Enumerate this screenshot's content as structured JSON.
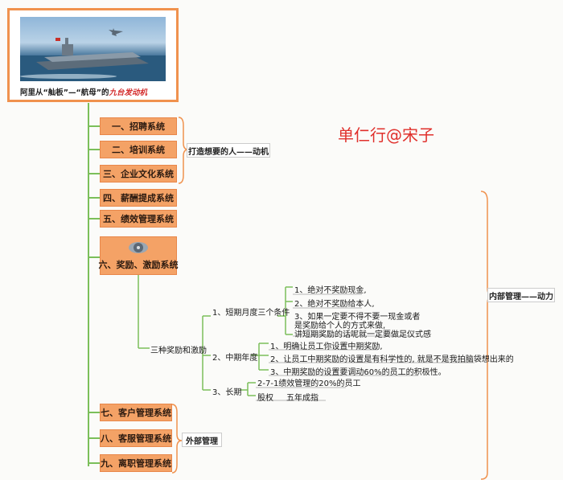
{
  "root": {
    "caption_main": "阿里从“舢板”—“航母”的",
    "caption_emph": "九台发动机"
  },
  "watermark": "单仁行@宋子",
  "systems": [
    "一、招聘系统",
    "二、培训系统",
    "三、企业文化系统",
    "四、薪酬提成系统",
    "五、绩效管理系统",
    "六、奖励、激励系统",
    "七、客户管理系统",
    "八、客服管理系统",
    "九、离职管理系统"
  ],
  "groups": {
    "people": "打造想要的人——动机",
    "internal": "内部管理——动力",
    "external": "外部管理"
  },
  "incentives": {
    "title": "三种奖励和激励",
    "short": {
      "label": "1、短期月度三个条件",
      "items": [
        "1、绝对不奖励现金,",
        "2、绝对不奖励给本人,",
        "3、如果一定要不得不要一现金或者",
        "是奖励给个人的方式来做,",
        "讲短期奖励的话呢就一定要做足仪式感"
      ]
    },
    "mid": {
      "label": "2、中期年度",
      "items": [
        "1、明确让员工你设置中期奖励,",
        "2、让员工中期奖励的设置是有科学性的, 就是不是我拍脑袋想出来的",
        "3、中期奖励的设置要调动60%的员工的积极性。"
      ]
    },
    "long": {
      "label": "3、长期",
      "item1": "2-7-1绩效管理的20%的员工",
      "item2a": "股权",
      "item2b": "五年成指"
    }
  },
  "colors": {
    "node_fill": "#f4a266",
    "accent_line": "#f0924e",
    "branch_line": "#7bbf5a",
    "watermark": "#e0302c"
  }
}
